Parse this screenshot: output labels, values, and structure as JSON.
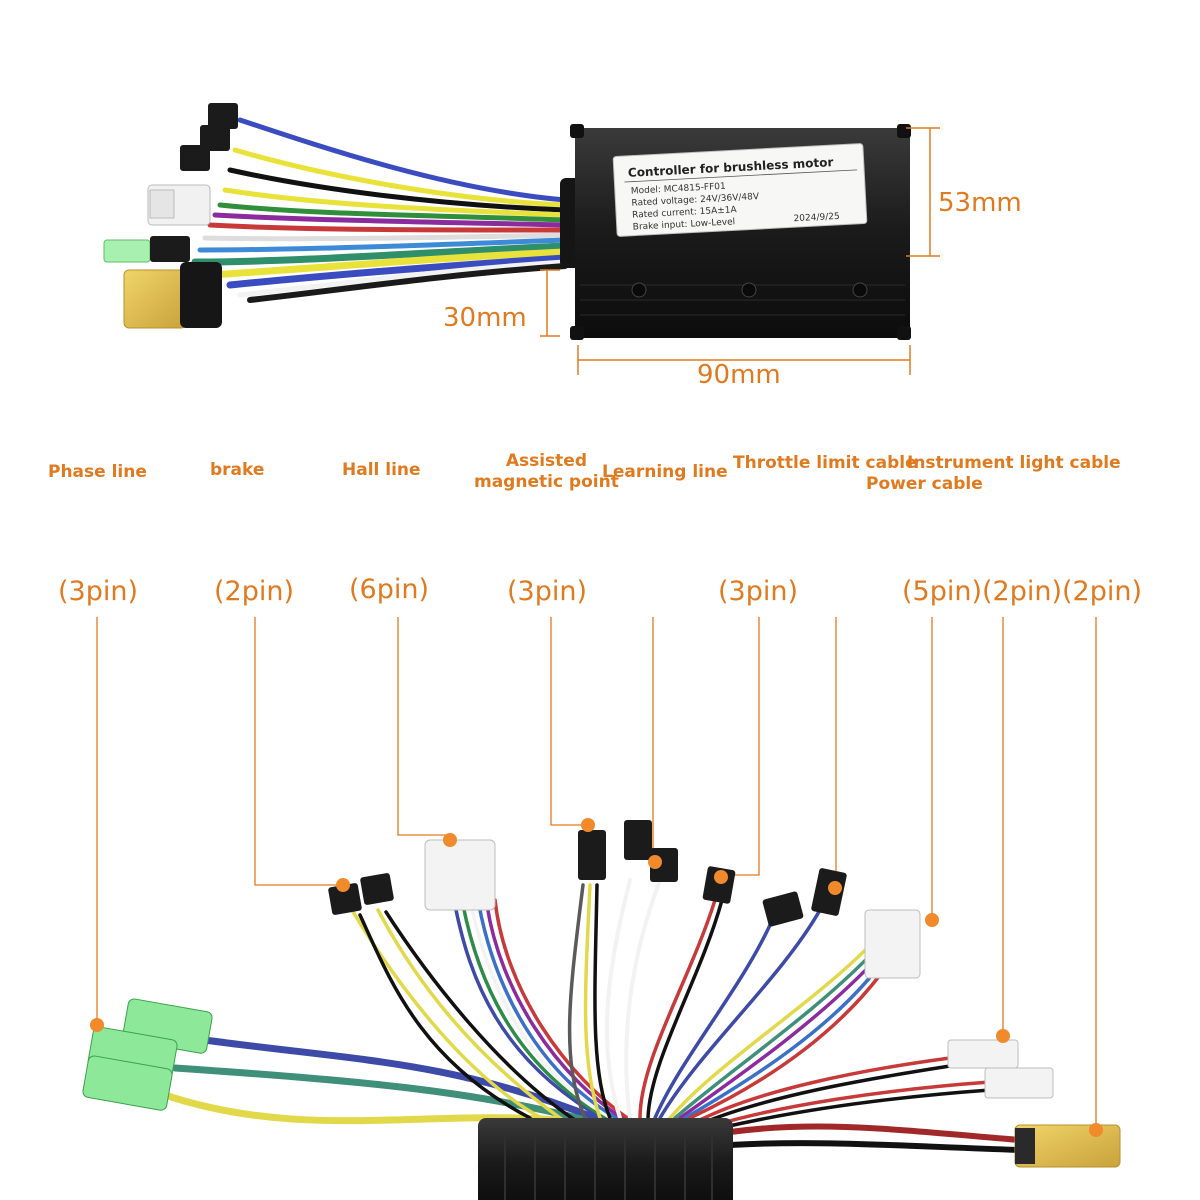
{
  "product_label": {
    "title": "Controller for brushless motor",
    "model": "Model:  MC4815-FF01",
    "rated_voltage": "Rated voltage:  24V/36V/48V",
    "rated_current": "Rated current:  15A±1A",
    "brake_input": "Brake input:  Low-Level",
    "date": "2024/9/25"
  },
  "dimensions": {
    "height": "53mm",
    "depth": "30mm",
    "width": "90mm"
  },
  "categories": {
    "phase": "Phase line",
    "brake": "brake",
    "hall": "Hall line",
    "assisted": "Assisted\nmagnetic point",
    "learning": "Learning line",
    "throttle": "Throttle limit cable",
    "instrument": "Instrument light cable",
    "power": "Power cable"
  },
  "pins": {
    "phase": "(3pin)",
    "brake": "(2pin)",
    "hall": "(6pin)",
    "assisted": "(3pin)",
    "throttle": "(3pin)",
    "throttle_group": "(5pin)(2pin)(2pin)"
  },
  "colors": {
    "accent": "#e07a1f",
    "controller_body": "#1c1c1c"
  }
}
